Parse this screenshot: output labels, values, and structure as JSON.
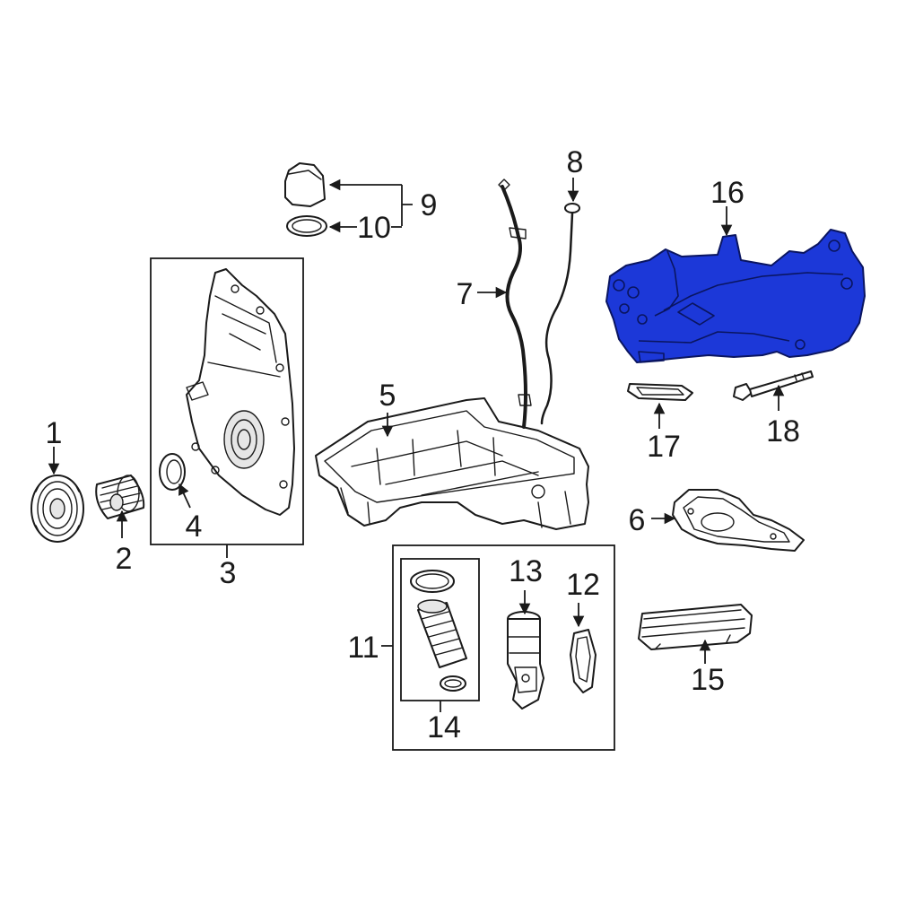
{
  "diagram": {
    "highlight_color": "#1c38d8",
    "line_color": "#1a1a1a",
    "callouts": [
      {
        "id": "c1",
        "label": "1"
      },
      {
        "id": "c2",
        "label": "2"
      },
      {
        "id": "c3",
        "label": "3"
      },
      {
        "id": "c4",
        "label": "4"
      },
      {
        "id": "c5",
        "label": "5"
      },
      {
        "id": "c6",
        "label": "6"
      },
      {
        "id": "c7",
        "label": "7"
      },
      {
        "id": "c8",
        "label": "8"
      },
      {
        "id": "c9",
        "label": "9"
      },
      {
        "id": "c10",
        "label": "10"
      },
      {
        "id": "c11",
        "label": "11"
      },
      {
        "id": "c12",
        "label": "12"
      },
      {
        "id": "c13",
        "label": "13"
      },
      {
        "id": "c14",
        "label": "14"
      },
      {
        "id": "c15",
        "label": "15"
      },
      {
        "id": "c16",
        "label": "16"
      },
      {
        "id": "c17",
        "label": "17"
      },
      {
        "id": "c18",
        "label": "18"
      }
    ]
  }
}
